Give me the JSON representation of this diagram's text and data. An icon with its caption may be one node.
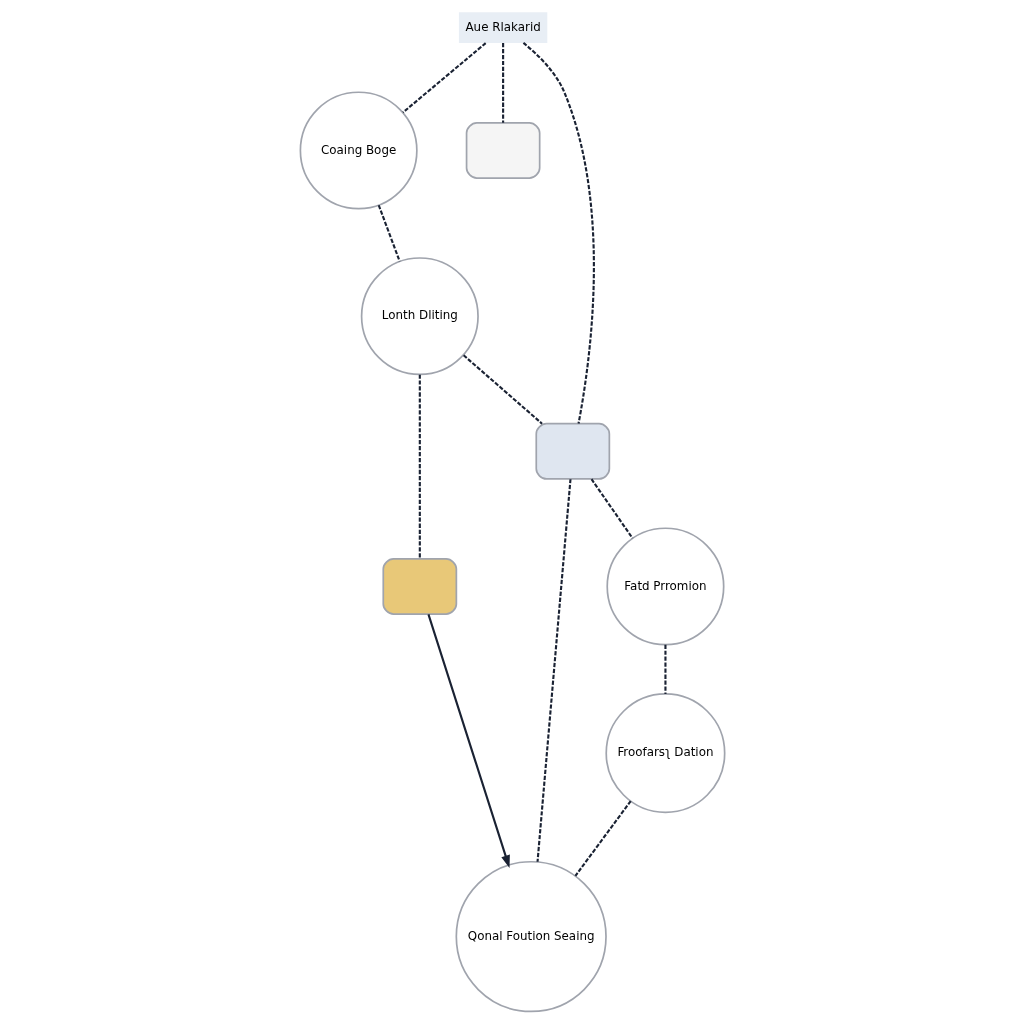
{
  "diagram": {
    "nodes": [
      {
        "text": [
          "Aue Rlakarid"
        ]
      },
      {
        "text": [
          "Coaing Boge"
        ]
      },
      {
        "text": [
          "Lonth Dliting"
        ]
      },
      {
        "text": [],
        "shape": "box"
      },
      {
        "text": [],
        "shape": "box"
      },
      {
        "text": [],
        "shape": "box"
      },
      {
        "text": [
          "Fatd Prromion"
        ]
      },
      {
        "text": [
          "Froofarsʅ Dation"
        ]
      },
      {
        "text": [
          "Qonal Foution Seaing"
        ]
      }
    ],
    "edges": [
      {
        "from": 0,
        "to": 1,
        "arrow": "none",
        "style": "dashed"
      },
      {
        "from": 1,
        "to": 2,
        "arrow": "none",
        "style": "dashed"
      },
      {
        "from": 0,
        "to": 4,
        "arrow": "none",
        "style": "dashed"
      },
      {
        "from": 2,
        "to": 4,
        "arrow": "none",
        "style": "dashed"
      },
      {
        "from": 0,
        "to": 3,
        "arrow": "none",
        "style": "dashed"
      },
      {
        "from": 2,
        "to": 5,
        "arrow": "none",
        "style": "dashed"
      },
      {
        "from": 5,
        "to": 8,
        "arrow": "to"
      },
      {
        "from": 4,
        "to": 6,
        "arrow": "none",
        "style": "dashed"
      },
      {
        "from": 4,
        "to": 8,
        "arrow": "none",
        "style": "dashed"
      },
      {
        "from": 6,
        "to": 7,
        "arrow": "none",
        "style": "dashed"
      },
      {
        "from": 7,
        "to": 8,
        "arrow": "none",
        "style": "dashed"
      }
    ]
  }
}
